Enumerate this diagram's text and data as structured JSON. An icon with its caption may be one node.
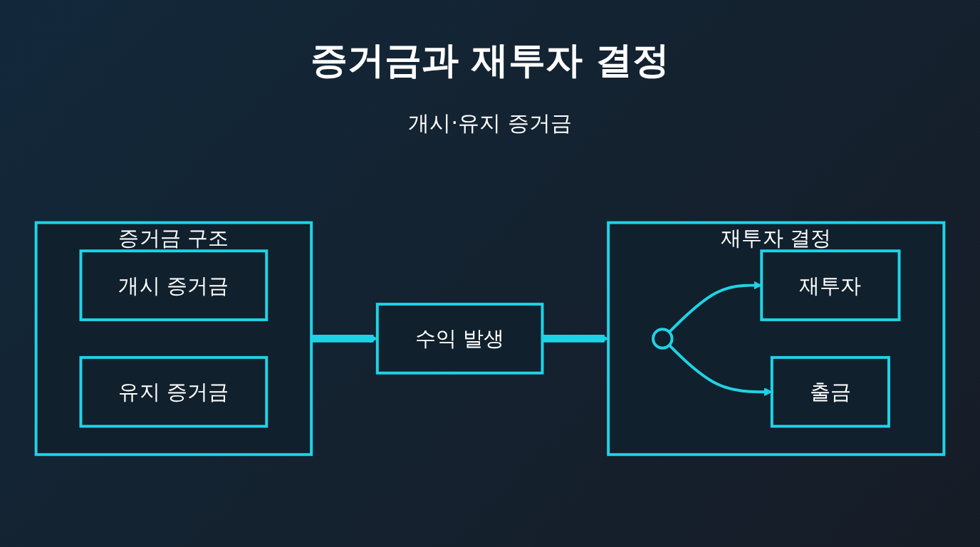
{
  "diagram": {
    "title": "증거금과 재투자 결정",
    "nodes": [
      {
        "text": [
          "증거금 구조"
        ]
      },
      {
        "text": [
          "개시 증거금"
        ],
        "in": 0
      },
      {
        "text": [
          "유지 증거금"
        ],
        "in": 0
      },
      {
        "text": [
          "수익 발생"
        ]
      },
      {
        "text": [
          "재투자 결정"
        ]
      },
      {
        "text": [],
        "shape": "circle",
        "in": 4
      },
      {
        "text": [
          "재투자"
        ],
        "in": 4
      },
      {
        "text": [
          "출금"
        ],
        "in": 4
      }
    ],
    "edges": [
      {
        "from": 0,
        "to": 3,
        "arrow": "to",
        "style": "thick"
      },
      {
        "from": 3,
        "to": 4,
        "arrow": "to",
        "style": "thick"
      },
      {
        "from": 5,
        "to": 6,
        "arrow": "to"
      },
      {
        "from": 5,
        "to": 7,
        "arrow": "to"
      }
    ],
    "labels": [
      "개시·유지 증거금"
    ]
  }
}
